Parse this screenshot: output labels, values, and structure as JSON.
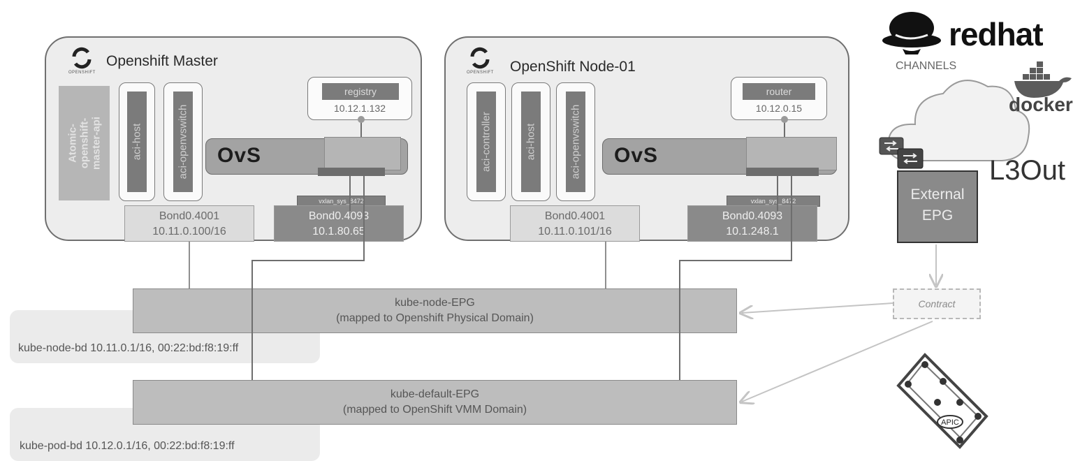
{
  "master": {
    "title": "Openshift Master",
    "logo_caption": "OPENSHIFT",
    "atomic_label": "Atomic-\nopenshift-\nmaster-api",
    "vms": [
      "aci-host",
      "aci-openvswitch"
    ],
    "ovs_label": "OvS",
    "pod": {
      "name": "registry",
      "ip": "10.12.1.132"
    },
    "bond_left": {
      "name": "Bond0.4001",
      "ip": "10.11.0.100/16"
    },
    "bond_right": {
      "name": "Bond0.4093",
      "ip": "10.1.80.65"
    },
    "vlan_tag": "vxlan_sys_8472"
  },
  "node": {
    "title": "OpenShift Node-01",
    "logo_caption": "OPENSHIFT",
    "vms": [
      "aci-controller",
      "aci-host",
      "aci-openvswitch"
    ],
    "ovs_label": "OvS",
    "pod": {
      "name": "router",
      "ip": "10.12.0.15"
    },
    "bond_left": {
      "name": "Bond0.4001",
      "ip": "10.11.0.101/16"
    },
    "bond_right": {
      "name": "Bond0.4093",
      "ip": "10.1.248.1"
    },
    "vlan_tag": "vxlan_sys_8472"
  },
  "epgs": {
    "node_epg": {
      "name": "kube-node-EPG",
      "sub": "(mapped to Openshift Physical Domain)"
    },
    "default_epg": {
      "name": "kube-default-EPG",
      "sub": "(mapped to OpenShift VMM Domain)"
    }
  },
  "bridge_domains": {
    "node_bd": "kube-node-bd 10.11.0.1/16, 00:22:bd:f8:19:ff",
    "pod_bd": "kube-pod-bd 10.12.0.1/16, 00:22:bd:f8:19:ff"
  },
  "right_panel": {
    "redhat_label": "redhat",
    "channels_label": "CHANNELS",
    "docker_label": "docker",
    "l3out_label": "L3Out",
    "external_epg": "External\nEPG",
    "contract_label": "Contract",
    "apic_label": "APIC"
  }
}
